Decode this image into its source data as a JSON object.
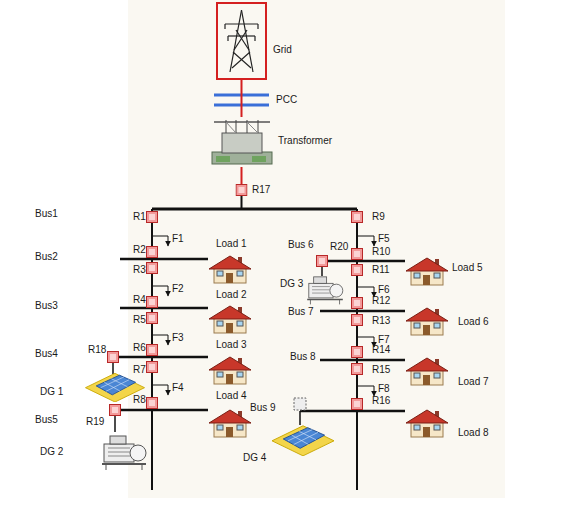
{
  "diagram": {
    "nodes": [
      {
        "text": [
          "Grid"
        ]
      },
      {
        "text": [
          "Transformer"
        ]
      }
    ],
    "edges": [
      {
        "from": 0,
        "to": 1,
        "arrow": "none"
      }
    ],
    "labels": [
      "PCC",
      "R17",
      "Bus1",
      "R1",
      "R9",
      "F1",
      "Load 1",
      "Bus2",
      "R2",
      "R3",
      "F5",
      "Bus 6",
      "R20",
      "R10",
      "R11",
      "Load 5",
      "DG 3",
      "F2",
      "Load 2",
      "R4",
      "Bus3",
      "R5",
      "F6",
      "R12",
      "Bus 7",
      "R13",
      "Load 6",
      "F3",
      "Load 3",
      "Bus4",
      "R18",
      "R6",
      "R7",
      "DG 1",
      "R14",
      "Bus 8",
      "F7",
      "R15",
      "Load 7",
      "F4",
      "Load 4",
      "Bus5",
      "R19",
      "R8",
      "DG 2",
      "R16",
      "F8",
      "Bus 9",
      "Load 8",
      "DG 4"
    ]
  }
}
